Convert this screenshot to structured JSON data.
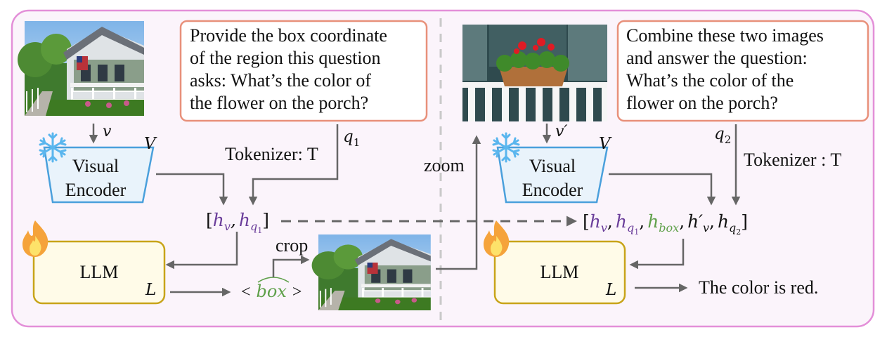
{
  "left": {
    "prompt": [
      "Provide the box coordinate",
      "of the region this question",
      "asks: What’s the color of",
      "the flower on the porch?"
    ],
    "v_label": "v",
    "encoder_letter": "V",
    "encoder_lines": [
      "Visual",
      "Encoder"
    ],
    "q_label": "q",
    "q_sub": "1",
    "tokenizer": "Tokenizer: T",
    "seq": {
      "open": "[",
      "hv": "h",
      "hv_sub": "v",
      "comma": ",",
      "hq": "h",
      "hq_sub": "q",
      "hq_subsub": "1",
      "close": "]"
    },
    "llm": "LLM",
    "llm_letter": "L",
    "box_token": {
      "lt": "<",
      "box": "box",
      "gt": ">"
    },
    "crop": "crop"
  },
  "zoom": "zoom",
  "right": {
    "prompt": [
      "Combine these two images",
      "and answer the question:",
      "What’s the color of the",
      "flower on the porch?"
    ],
    "v_label": "v′",
    "encoder_letter": "V",
    "encoder_lines": [
      "Visual",
      "Encoder"
    ],
    "q_label": "q",
    "q_sub": "2",
    "tokenizer": "Tokenizer : T",
    "seq": {
      "open": "[",
      "hv": "h",
      "hv_sub": "v",
      "hq": "h",
      "hq_sub": "q",
      "hq_subsub": "1",
      "hbox": "h",
      "hbox_sub": "box",
      "hvp": "h′",
      "hvp_sub": "v",
      "hq2": "h",
      "hq2_sub": "q",
      "hq2_subsub": "2",
      "close": "]"
    },
    "llm": "LLM",
    "llm_letter": "L",
    "answer": "The color is red."
  },
  "colors": {
    "frame": "#e38fd8",
    "frame_fill": "#fbf4fb",
    "prompt_border": "#e8907a",
    "encoder_border": "#4aa0dc",
    "encoder_fill": "#e9f3fb",
    "llm_border": "#c8a419",
    "llm_fill": "#fffbe8",
    "purple": "#6a3d9a",
    "green": "#5fa04a",
    "arrow": "#666666"
  }
}
